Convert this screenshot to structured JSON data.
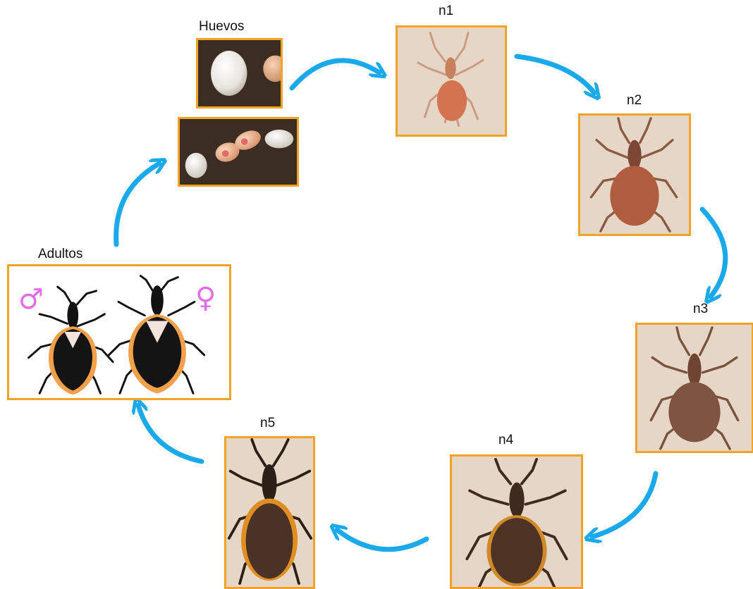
{
  "stages": {
    "eggs": {
      "label": "Huevos"
    },
    "n1": {
      "label": "n1"
    },
    "n2": {
      "label": "n2"
    },
    "n3": {
      "label": "n3"
    },
    "n4": {
      "label": "n4"
    },
    "n5": {
      "label": "n5"
    },
    "adults": {
      "label": "Adultos",
      "male_symbol": "♂",
      "female_symbol": "♀"
    }
  },
  "colors": {
    "frame": "#f3a22a",
    "arrow": "#1aa9ea",
    "sex_symbol": "#e36ce8",
    "egg_background": "#3b2d22",
    "nymph_background": "#e6d6c6"
  }
}
